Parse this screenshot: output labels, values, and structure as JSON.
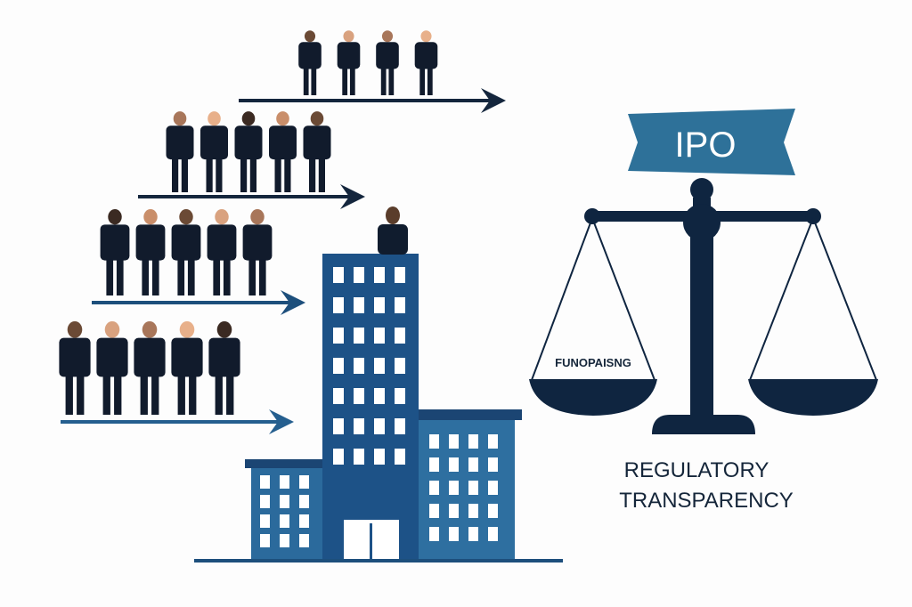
{
  "banner": {
    "label": "IPO",
    "color": "#2e7199"
  },
  "scale": {
    "left_pan_label": "FUNOPAISNG",
    "color": "#0f2540"
  },
  "caption": {
    "line1": "REGULATORY",
    "line2": "TRANSPARENCY"
  },
  "queues": [
    {
      "people": 4,
      "arrow_color": "#14263d"
    },
    {
      "people": 5,
      "arrow_color": "#14263d"
    },
    {
      "people": 5,
      "arrow_color": "#1d4f7c"
    },
    {
      "people": 5,
      "arrow_color": "#255f8f"
    }
  ],
  "building": {
    "color": "#1d5287",
    "accent": "#2d6b9b"
  }
}
